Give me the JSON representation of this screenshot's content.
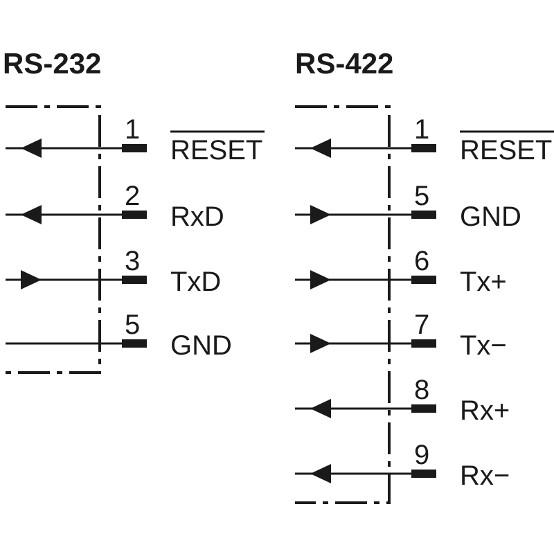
{
  "connectors": [
    {
      "title": "RS-232",
      "pins": [
        {
          "number": "1",
          "signal": "RESET",
          "overline": true,
          "direction": "out"
        },
        {
          "number": "2",
          "signal": "RxD",
          "overline": false,
          "direction": "out"
        },
        {
          "number": "3",
          "signal": "TxD",
          "overline": false,
          "direction": "in"
        },
        {
          "number": "5",
          "signal": "GND",
          "overline": false,
          "direction": "none"
        }
      ]
    },
    {
      "title": "RS-422",
      "pins": [
        {
          "number": "1",
          "signal": "RESET",
          "overline": true,
          "direction": "out"
        },
        {
          "number": "5",
          "signal": "GND",
          "overline": false,
          "direction": "in"
        },
        {
          "number": "6",
          "signal": "Tx+",
          "overline": false,
          "direction": "in"
        },
        {
          "number": "7",
          "signal": "Tx−",
          "overline": false,
          "direction": "in"
        },
        {
          "number": "8",
          "signal": "Rx+",
          "overline": false,
          "direction": "out"
        },
        {
          "number": "9",
          "signal": "Rx−",
          "overline": false,
          "direction": "out"
        }
      ]
    }
  ]
}
